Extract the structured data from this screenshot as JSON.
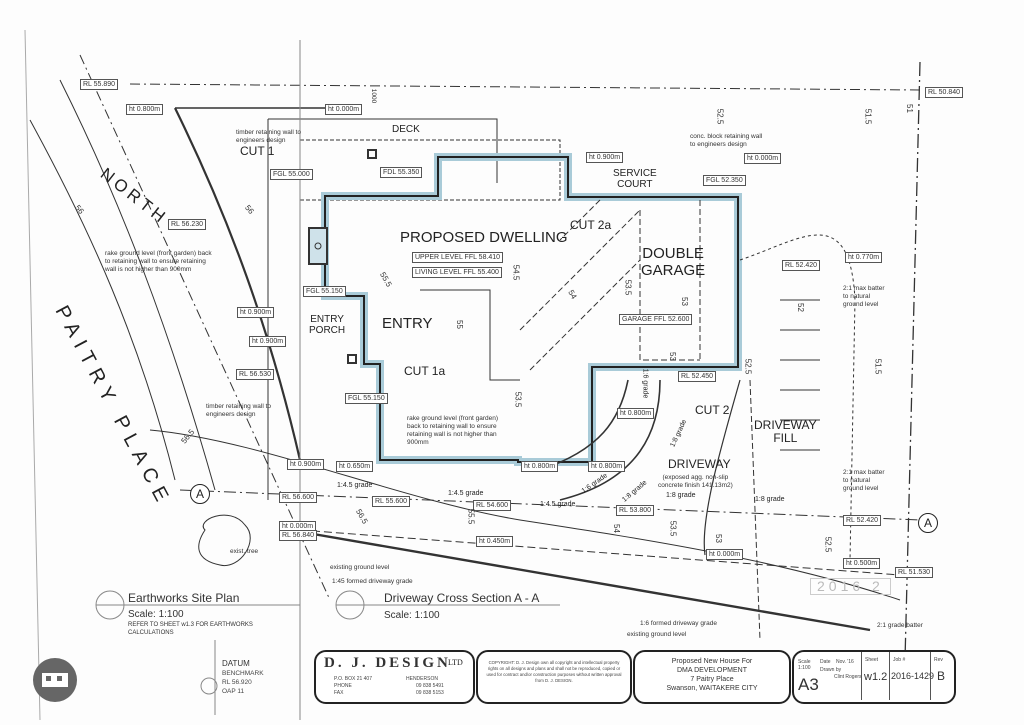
{
  "levels": [
    "RL 55.890",
    "ht 0.800m",
    "ht 0.000m",
    "FGL 55.000",
    "FDL 55.350",
    "RL 56.230",
    "UPPER LEVEL FFL 58.410",
    "LIVING LEVEL FFL 55.400",
    "FGL 55.150",
    "ht 0.900m",
    "ht 0.900m",
    "RL 56.530",
    "FGL 55.150",
    "ht 0.900m",
    "ht 0.650m",
    "ht 0.800m",
    "ht 0.800m",
    "RL 56.600",
    "RL 55.600",
    "RL 54.600",
    "RL 53.800",
    "ht 0.000m",
    "RL 56.840",
    "ht 0.450m",
    "ht 0.000m",
    "RL 52.450",
    "ht 0.800m",
    "RL 52.420",
    "ht 0.500m",
    "RL 51.530",
    "ht 0.900m",
    "ht 0.000m",
    "FGL 52.350",
    "GARAGE FFL 52.600",
    "RL 52.420",
    "ht 0.770m",
    "RL 50.840"
  ],
  "rooms": {
    "deck": "DECK",
    "cut1": "CUT 1",
    "dwelling": "PROPOSED DWELLING",
    "cut2a": "CUT 2a",
    "garage1": "DOUBLE",
    "garage2": "GARAGE",
    "service1": "SERVICE",
    "service2": "COURT",
    "porch1": "ENTRY",
    "porch2": "PORCH",
    "entry": "ENTRY",
    "cut1a": "CUT 1a",
    "cut2": "CUT 2",
    "fill1": "DRIVEWAY",
    "fill2": "FILL",
    "driveway": "DRIVEWAY",
    "north": "NORTH",
    "street": "PAITRY PLACE"
  },
  "notes": {
    "timber1": [
      "timber retaining wall to",
      "engineers design"
    ],
    "rake1": [
      "rake ground level (front garden) back",
      "to retaining wall to ensure retaining",
      "wall is not higher than 900mm"
    ],
    "timber2": [
      "timber retaining wall to",
      "engineers design"
    ],
    "rake2": [
      "rake ground level (front garden)",
      "back to retaining wall to ensure",
      "retaining wall is not higher than",
      "900mm"
    ],
    "conc": [
      "conc. block retaining wall",
      "to engineers design"
    ],
    "batter1": [
      "2:1 max batter",
      "to natural",
      "ground level"
    ],
    "batter2": [
      "2:1 max batter",
      "to natural",
      "ground level"
    ],
    "drivefinish": [
      "(exposed agg. non-slip",
      "concrete finish 141.13m2)"
    ],
    "exist_tree": "exist. tree",
    "egl1": "existing ground level",
    "formed45": "1:45 formed driveway grade",
    "formed6": "1:6 formed driveway grade",
    "egl2": "existing ground level",
    "batter_grade": "2:1 grade batter",
    "dim1000": "1000"
  },
  "grades": [
    "1:4.5 grade",
    "1:4.5 grade",
    "1:4.5 grade",
    "1:8 grade",
    "1:8 grade",
    "1:6 grade",
    "1:8 grade",
    "1:8 grade",
    "1:6 grade"
  ],
  "contours": [
    "56",
    "56",
    "55.5",
    "54.5",
    "55",
    "54",
    "53.5",
    "53",
    "52.5",
    "52",
    "51.5",
    "51",
    "56.5",
    "56.5",
    "55.5",
    "54",
    "53.5",
    "53",
    "52.5",
    "53.5",
    "53",
    "52.5",
    "51.5"
  ],
  "section_marker": "A",
  "titles": {
    "site_plan": "Earthworks Site Plan",
    "site_scale": "Scale: 1:100",
    "refer1": "REFER TO SHEET w1.3 FOR EARTHWORKS",
    "refer2": "CALCULATIONS",
    "section": "Driveway Cross Section A - A",
    "section_scale": "Scale: 1:100",
    "datum": "DATUM",
    "benchmark": "BENCHMARK",
    "rl": "RL   56.920",
    "oap": "OAP 11"
  },
  "stamp": "2016 2",
  "title_block": {
    "company": "D. J. DESIGN",
    "ltd": "LTD",
    "po": "P.O. BOX 21 407",
    "henderson": "HENDERSON",
    "phone_label": "PHONE",
    "phone": "09 838 5491",
    "fax_label": "FAX",
    "fax": "09 838 5153",
    "copyright": "COPYRIGHT: D. J. Design own all copyright and intellectual property rights on all designs and plans and shall not be reproduced, copied or used for contract and/or construction purposes without written approval from D. J. DESIGN.",
    "project1": "Proposed New House For",
    "project2": "DMA DEVELOPMENT",
    "project3": "7 Paitry Place",
    "project4": "Swanson, WAITAKERE CITY",
    "scale_label": "Scale",
    "scale": "1:100",
    "date_label": "Date",
    "date": "Nov. '16",
    "drawn_label": "Drawn by",
    "drawn": "Clint Rogers",
    "size": "A3",
    "sheet_label": "Sheet",
    "sheet": "w1.2",
    "job_label": "Job #",
    "job": "2016-1429",
    "rev_label": "Rev",
    "rev": "B"
  }
}
